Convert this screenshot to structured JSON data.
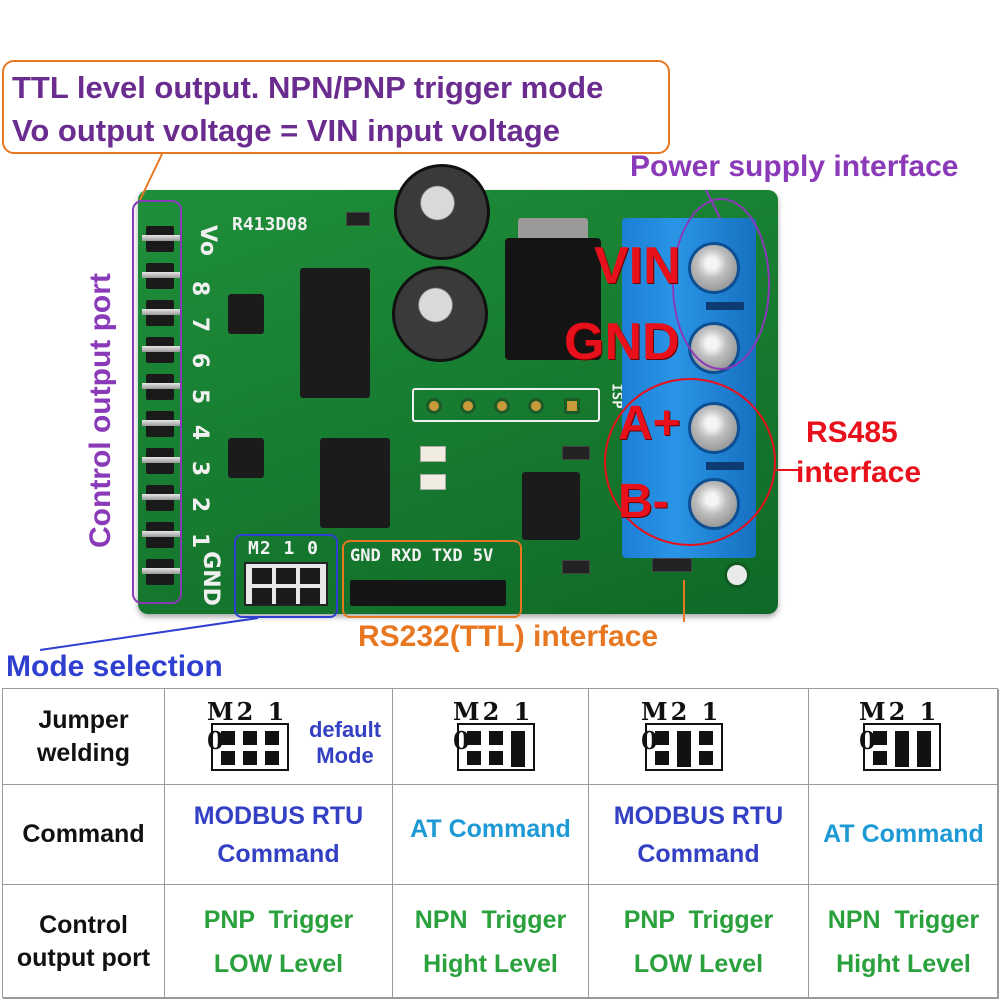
{
  "callout": {
    "line1": "TTL level output. NPN/PNP trigger mode",
    "line2": "Vo output voltage = VIN input voltage"
  },
  "board": {
    "model": "R413D08",
    "port_labels": [
      "Vo",
      "8",
      "7",
      "6",
      "5",
      "4",
      "3",
      "2",
      "1",
      "GND"
    ],
    "uart_labels": "GND RXD TXD 5V",
    "mode_labels": "M2 1 0",
    "isp_label": "ISP"
  },
  "annotations": {
    "control_port": "Control output port",
    "power": "Power supply interface",
    "vin": "VIN",
    "gnd": "GND",
    "a_plus": "A+",
    "b_minus": "B-",
    "rs485_line1": "RS485",
    "rs485_line2": "interface",
    "rs232": "RS232(TTL) interface",
    "mode_selection": "Mode selection"
  },
  "table": {
    "row_headers": {
      "jumper": [
        "Jumper",
        "welding"
      ],
      "command": "Command",
      "output": [
        "Control",
        "output port"
      ]
    },
    "default_note": [
      "default",
      "Mode"
    ],
    "jumper_label": "M2 1 0",
    "columns": [
      {
        "command": [
          "MODBUS RTU",
          "Command"
        ],
        "output": [
          "PNP  Trigger",
          "LOW Level"
        ]
      },
      {
        "command": [
          "AT Command"
        ],
        "output": [
          "NPN  Trigger",
          "Hight Level"
        ]
      },
      {
        "command": [
          "MODBUS RTU",
          "Command"
        ],
        "output": [
          "PNP  Trigger",
          "LOW Level"
        ]
      },
      {
        "command": [
          "AT Command"
        ],
        "output": [
          "NPN  Trigger",
          "Hight Level"
        ]
      }
    ]
  },
  "colors": {
    "purple": "#8a3ab9",
    "orange": "#e87722",
    "red": "#e8101a",
    "blue": "#2f3fd0",
    "green": "#2aa13c",
    "cyan": "#1d9ad6",
    "pcb": "#1f8f3a"
  }
}
